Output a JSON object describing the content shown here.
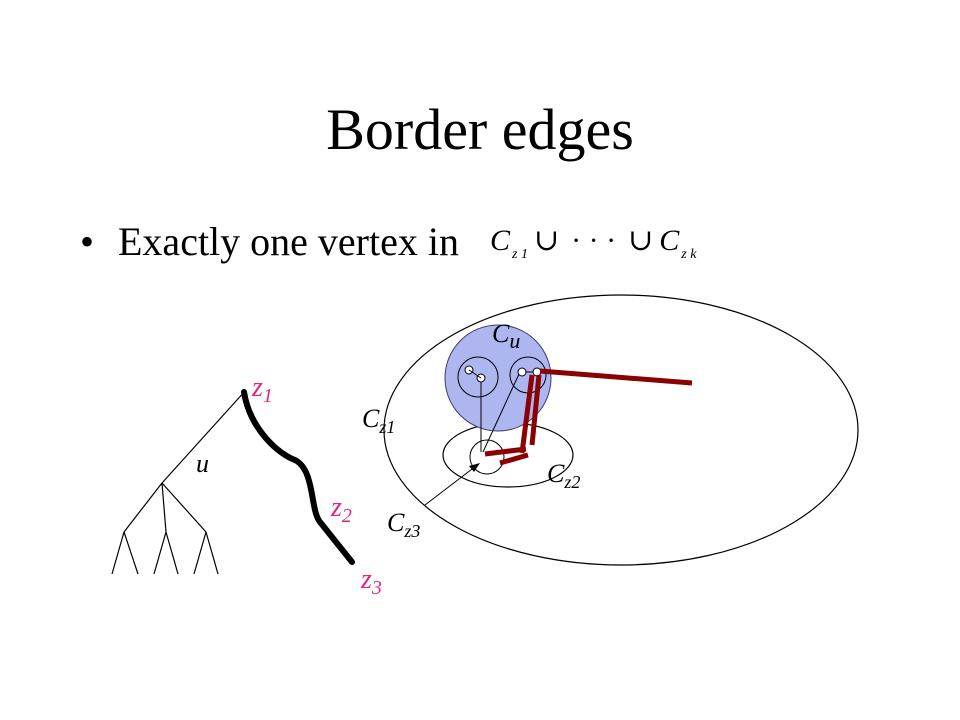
{
  "title": "Border edges",
  "bullet": {
    "marker": "•",
    "text": "Exactly one vertex in"
  },
  "formula": {
    "c1": "C",
    "c1_sub": "z 1",
    "union1": "∪",
    "dots": "· · ·",
    "union2": "∪",
    "c2": "C",
    "c2_sub": "z k"
  },
  "labels": {
    "cu_main": "C",
    "cu_sub": "u",
    "cz1_main": "C",
    "cz1_sub": "z1",
    "cz2_main": "C",
    "cz2_sub": "z2",
    "cz3_main": "C",
    "cz3_sub": "z3",
    "u": "u",
    "z1_main": "z",
    "z1_sub": "1",
    "z2_main": "z",
    "z2_sub": "2",
    "z3_main": "z",
    "z3_sub": "3"
  },
  "colors": {
    "accent_label": "#e0267f",
    "border_edge": "#8b0000",
    "cu_fill": "#aeb6f0",
    "line": "#000000"
  }
}
